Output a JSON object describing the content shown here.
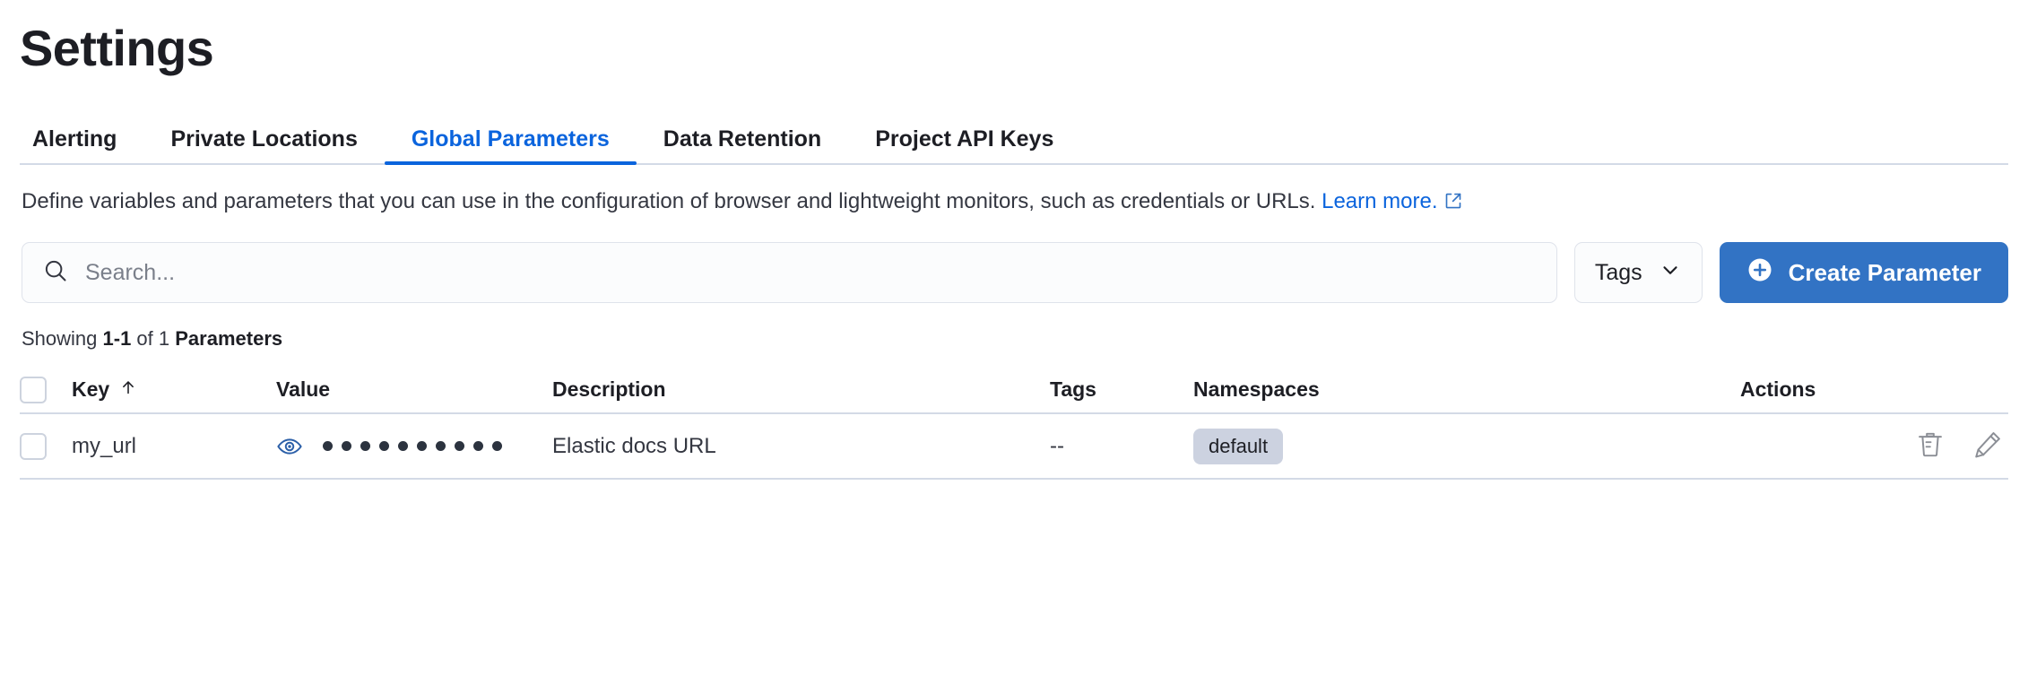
{
  "header": {
    "title": "Settings"
  },
  "tabs": [
    {
      "label": "Alerting",
      "active": false
    },
    {
      "label": "Private Locations",
      "active": false
    },
    {
      "label": "Global Parameters",
      "active": true
    },
    {
      "label": "Data Retention",
      "active": false
    },
    {
      "label": "Project API Keys",
      "active": false
    }
  ],
  "description": {
    "text": "Define variables and parameters that you can use in the configuration of browser and lightweight monitors, such as credentials or URLs.",
    "link_text": "Learn more.",
    "link_icon": "external-link-icon"
  },
  "toolbar": {
    "search_placeholder": "Search...",
    "search_value": "",
    "search_icon": "search-icon",
    "tags_filter_label": "Tags",
    "tags_filter_icon": "chevron-down-icon",
    "create_label": "Create Parameter",
    "create_icon": "plus-circle-icon",
    "accent_color": "#3273c4"
  },
  "results": {
    "showing_prefix": "Showing ",
    "range": "1-1",
    "of": " of ",
    "total": "1",
    "noun": " Parameters"
  },
  "table": {
    "columns": [
      {
        "key": "select",
        "label": "",
        "sort_icon": ""
      },
      {
        "key": "key",
        "label": "Key",
        "sort_icon": "arrow-up-icon"
      },
      {
        "key": "value",
        "label": "Value",
        "sort_icon": ""
      },
      {
        "key": "description",
        "label": "Description",
        "sort_icon": ""
      },
      {
        "key": "tags",
        "label": "Tags",
        "sort_icon": ""
      },
      {
        "key": "namespaces",
        "label": "Namespaces",
        "sort_icon": ""
      },
      {
        "key": "actions",
        "label": "Actions",
        "sort_icon": ""
      }
    ],
    "rows": [
      {
        "selected": false,
        "key": "my_url",
        "value_masked_dots": 10,
        "value_toggle_icon": "eye-icon",
        "description": "Elastic docs URL",
        "tags": "--",
        "namespaces": [
          "default"
        ],
        "actions": [
          "trash-icon",
          "pencil-icon"
        ]
      }
    ]
  },
  "colors": {
    "accent_blue": "#0b64dd",
    "button_blue": "#3273c4",
    "badge_bg": "#ccd2e0",
    "border": "#d3dae6",
    "text": "#343741"
  }
}
